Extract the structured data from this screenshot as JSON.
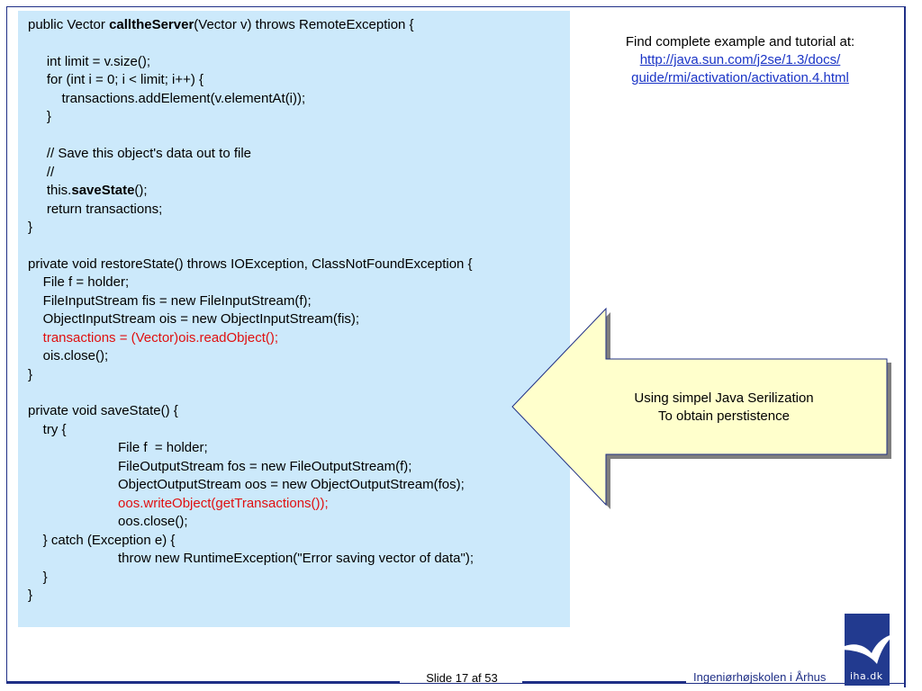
{
  "code": {
    "lines": [
      {
        "parts": [
          {
            "t": "public Vector "
          },
          {
            "t": "calltheServer",
            "b": true
          },
          {
            "t": "(Vector v) throws RemoteException {"
          }
        ]
      },
      {
        "parts": []
      },
      {
        "parts": [
          {
            "t": "     int limit = v.size();"
          }
        ]
      },
      {
        "parts": [
          {
            "t": "     for (int i = 0; i < limit; i++) {"
          }
        ]
      },
      {
        "parts": [
          {
            "t": "         transactions.addElement(v.elementAt(i));"
          }
        ]
      },
      {
        "parts": [
          {
            "t": "     }"
          }
        ]
      },
      {
        "parts": []
      },
      {
        "parts": [
          {
            "t": "     // Save this object's data out to file"
          }
        ]
      },
      {
        "parts": [
          {
            "t": "     //"
          }
        ]
      },
      {
        "parts": [
          {
            "t": "     this."
          },
          {
            "t": "saveState",
            "b": true
          },
          {
            "t": "();"
          }
        ]
      },
      {
        "parts": [
          {
            "t": "     return transactions;"
          }
        ]
      },
      {
        "parts": [
          {
            "t": "}"
          }
        ]
      },
      {
        "parts": []
      },
      {
        "parts": [
          {
            "t": "private void restoreState() throws IOException, ClassNotFoundException {"
          }
        ]
      },
      {
        "parts": [
          {
            "t": "    File f = holder;"
          }
        ]
      },
      {
        "parts": [
          {
            "t": "    FileInputStream fis = new FileInputStream(f);"
          }
        ]
      },
      {
        "parts": [
          {
            "t": "    ObjectInputStream ois = new ObjectInputStream(fis);"
          }
        ]
      },
      {
        "parts": [
          {
            "t": "    transactions = (Vector)ois.readObject();"
          }
        ],
        "red": true
      },
      {
        "parts": [
          {
            "t": "    ois.close();"
          }
        ]
      },
      {
        "parts": [
          {
            "t": "}"
          }
        ]
      },
      {
        "parts": []
      },
      {
        "parts": [
          {
            "t": "private void saveState() {"
          }
        ]
      },
      {
        "parts": [
          {
            "t": "    try {"
          }
        ]
      },
      {
        "parts": [
          {
            "t": "                        File f  = holder;"
          }
        ]
      },
      {
        "parts": [
          {
            "t": "                        FileOutputStream fos = new FileOutputStream(f);"
          }
        ]
      },
      {
        "parts": [
          {
            "t": "                        ObjectOutputStream oos = new ObjectOutputStream(fos);"
          }
        ]
      },
      {
        "parts": [
          {
            "t": "                        oos.writeObject(getTransactions());"
          }
        ],
        "red": true
      },
      {
        "parts": [
          {
            "t": "                        oos.close();"
          }
        ]
      },
      {
        "parts": [
          {
            "t": "    } catch (Exception e) {"
          }
        ]
      },
      {
        "parts": [
          {
            "t": "                        throw new RuntimeException(\"Error saving vector of data\");"
          }
        ]
      },
      {
        "parts": [
          {
            "t": "    }"
          }
        ]
      },
      {
        "parts": [
          {
            "t": "}"
          }
        ]
      }
    ]
  },
  "reference": {
    "intro": "Find complete example and tutorial at:",
    "link_line1": "http://java.sun.com/j2se/1.3/docs/",
    "link_line2": "guide/rmi/activation/activation.4.html"
  },
  "callout": {
    "line1": "Using simpel Java Serilization",
    "line2": "To obtain perstistence"
  },
  "footer": {
    "slide_label": "Slide 17 af 53",
    "organization": "Ingeniørhøjskolen i Århus",
    "logo_text": "iha.dk"
  },
  "colors": {
    "code_background": "#cce9fb",
    "highlight_red": "#e01010",
    "callout_fill": "#ffffcc",
    "frame_blue": "#1f2f86",
    "link_blue": "#1a34c6"
  }
}
